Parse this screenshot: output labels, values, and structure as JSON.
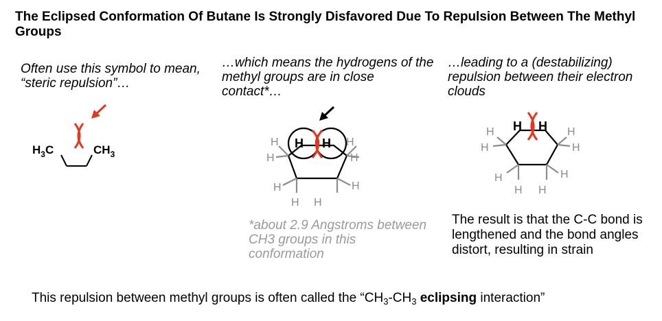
{
  "title": "The Eclipsed Conformation Of Butane Is Strongly Disfavored Due To Repulsion Between The Methyl Groups",
  "panel1": {
    "caption": "Often use this symbol to mean, “steric repulsion”…",
    "left_group": {
      "main": "H",
      "sub": "3",
      "end": "C"
    },
    "right_group": {
      "main": "CH",
      "sub": "3"
    }
  },
  "panel2": {
    "caption": "…which means the hydrogens of the methyl groups are in close contact*…",
    "footnote": "*about 2.9 Angstroms between CH3 groups in this conformation",
    "atom_h": "H"
  },
  "panel3": {
    "caption": "…leading to a (destabilizing) repulsion between their electron clouds",
    "result": "The result is that the C-C bond is lengthened and the bond angles distort, resulting in strain",
    "atom_h": "H"
  },
  "bottom": {
    "before": "This repulsion between methyl groups is often called the “CH",
    "sub1": "3",
    "mid": "-CH",
    "sub2": "3",
    "bold": " eclipsing",
    "after": " interaction”"
  },
  "colors": {
    "repulsion": "#e8351e",
    "gray_atoms": "#8c8c8c",
    "text": "#000000"
  }
}
